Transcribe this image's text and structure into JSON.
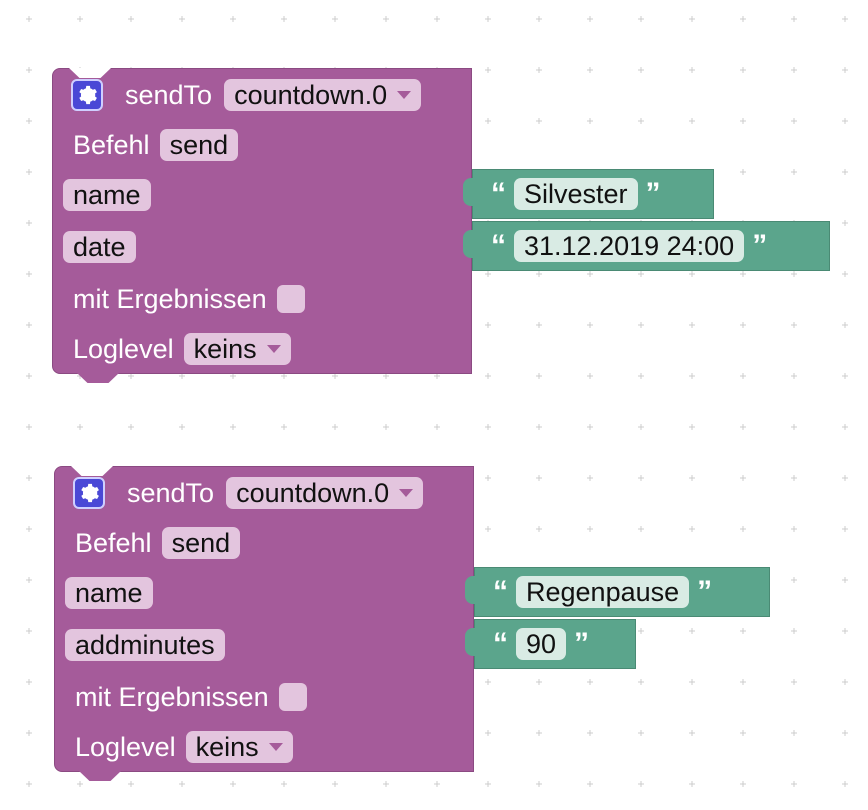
{
  "blocks": [
    {
      "title": "sendTo",
      "instance": "countdown.0",
      "befehl_label": "Befehl",
      "befehl_value": "send",
      "inputs": [
        {
          "label": "name",
          "value": "Silvester"
        },
        {
          "label": "date",
          "value": "31.12.2019 24:00"
        }
      ],
      "results_label": "mit Ergebnissen",
      "loglevel_label": "Loglevel",
      "loglevel_value": "keins"
    },
    {
      "title": "sendTo",
      "instance": "countdown.0",
      "befehl_label": "Befehl",
      "befehl_value": "send",
      "inputs": [
        {
          "label": "name",
          "value": "Regenpause"
        },
        {
          "label": "addminutes",
          "value": "90"
        }
      ],
      "results_label": "mit Ergebnissen",
      "loglevel_label": "Loglevel",
      "loglevel_value": "keins"
    }
  ],
  "icons": {
    "gear": "gear-icon",
    "dropdown": "chevron-down-icon",
    "quote_open": "quote-open-icon",
    "quote_close": "quote-close-icon"
  },
  "colors": {
    "block": "#a55b9a",
    "string_block": "#5ba58c",
    "field": "#e3c5de",
    "gear": "#4a48d6"
  }
}
